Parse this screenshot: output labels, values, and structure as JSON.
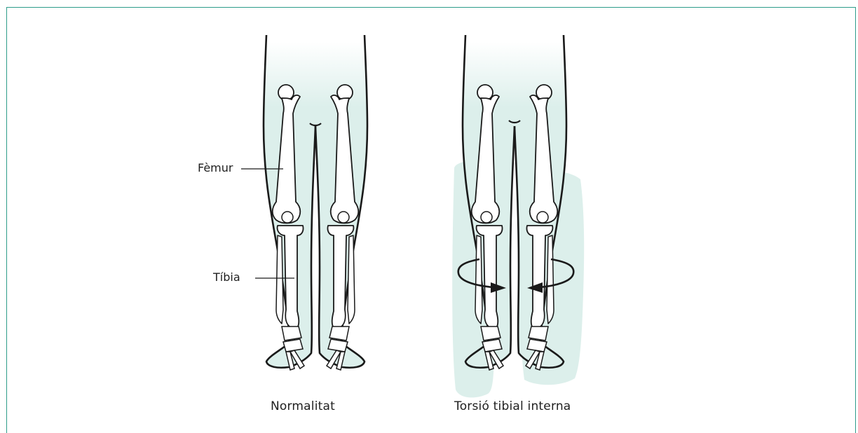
{
  "labels": {
    "femur": "Fèmur",
    "tibia": "Tíbia"
  },
  "captions": {
    "normal": "Normalitat",
    "torsion": "Torsió tibial interna"
  },
  "colors": {
    "frame": "#2e9c8a",
    "shade": "#dcefeb",
    "outline": "#1a1a1a"
  }
}
